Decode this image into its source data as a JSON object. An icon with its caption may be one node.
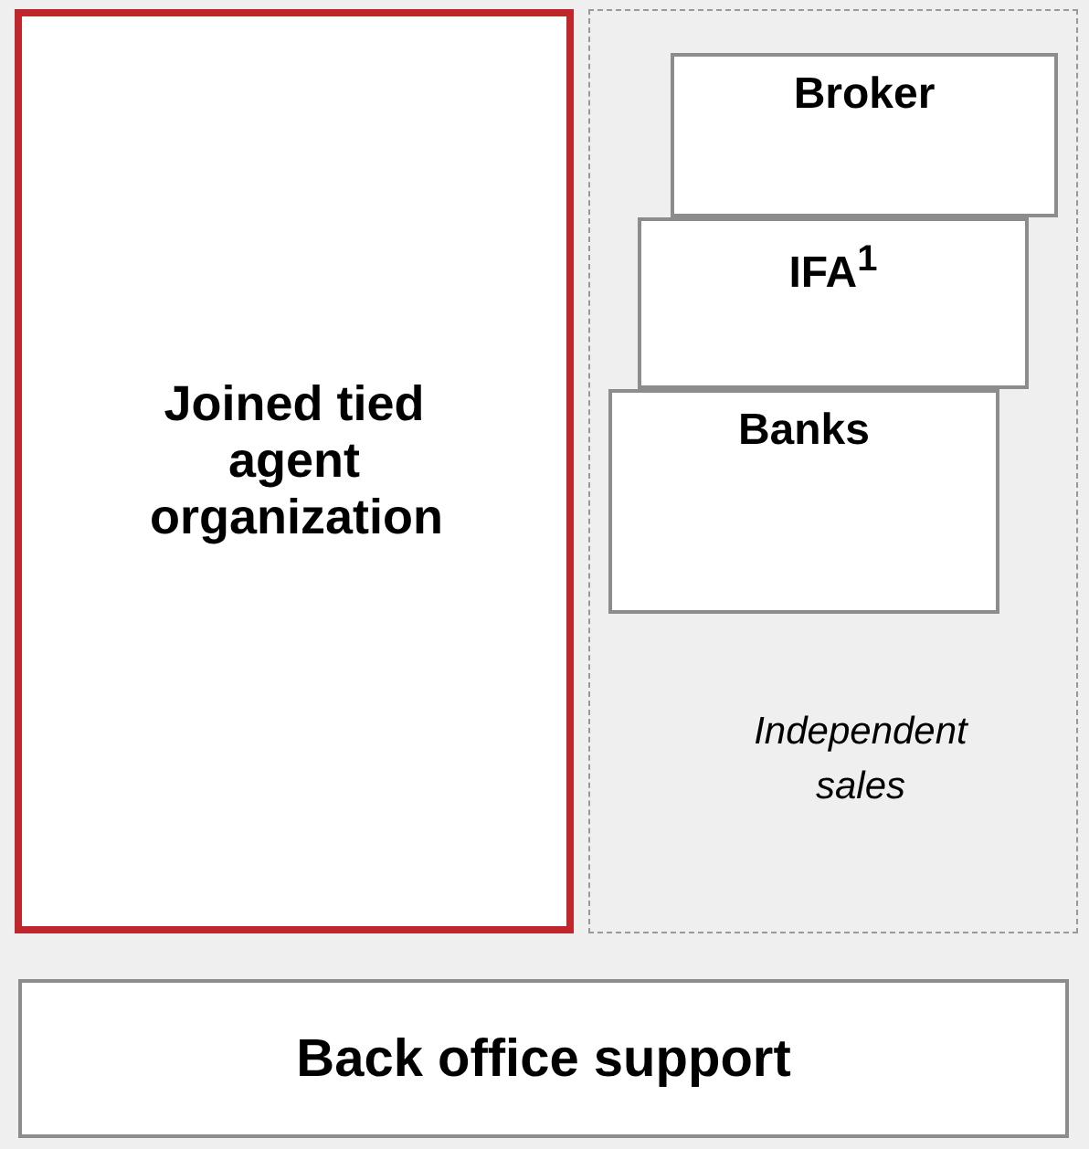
{
  "diagram": {
    "nodes": [
      {
        "text": [
          "Joined tied agent organization"
        ]
      },
      {
        "text": [
          "Independent sales"
        ]
      },
      {
        "text": [
          "Broker"
        ],
        "in": 1
      },
      {
        "text": [
          "IFA$^{1}$"
        ],
        "in": 1
      },
      {
        "text": [
          "Banks"
        ],
        "in": 1
      },
      {
        "text": [
          "Back office support"
        ]
      }
    ]
  }
}
